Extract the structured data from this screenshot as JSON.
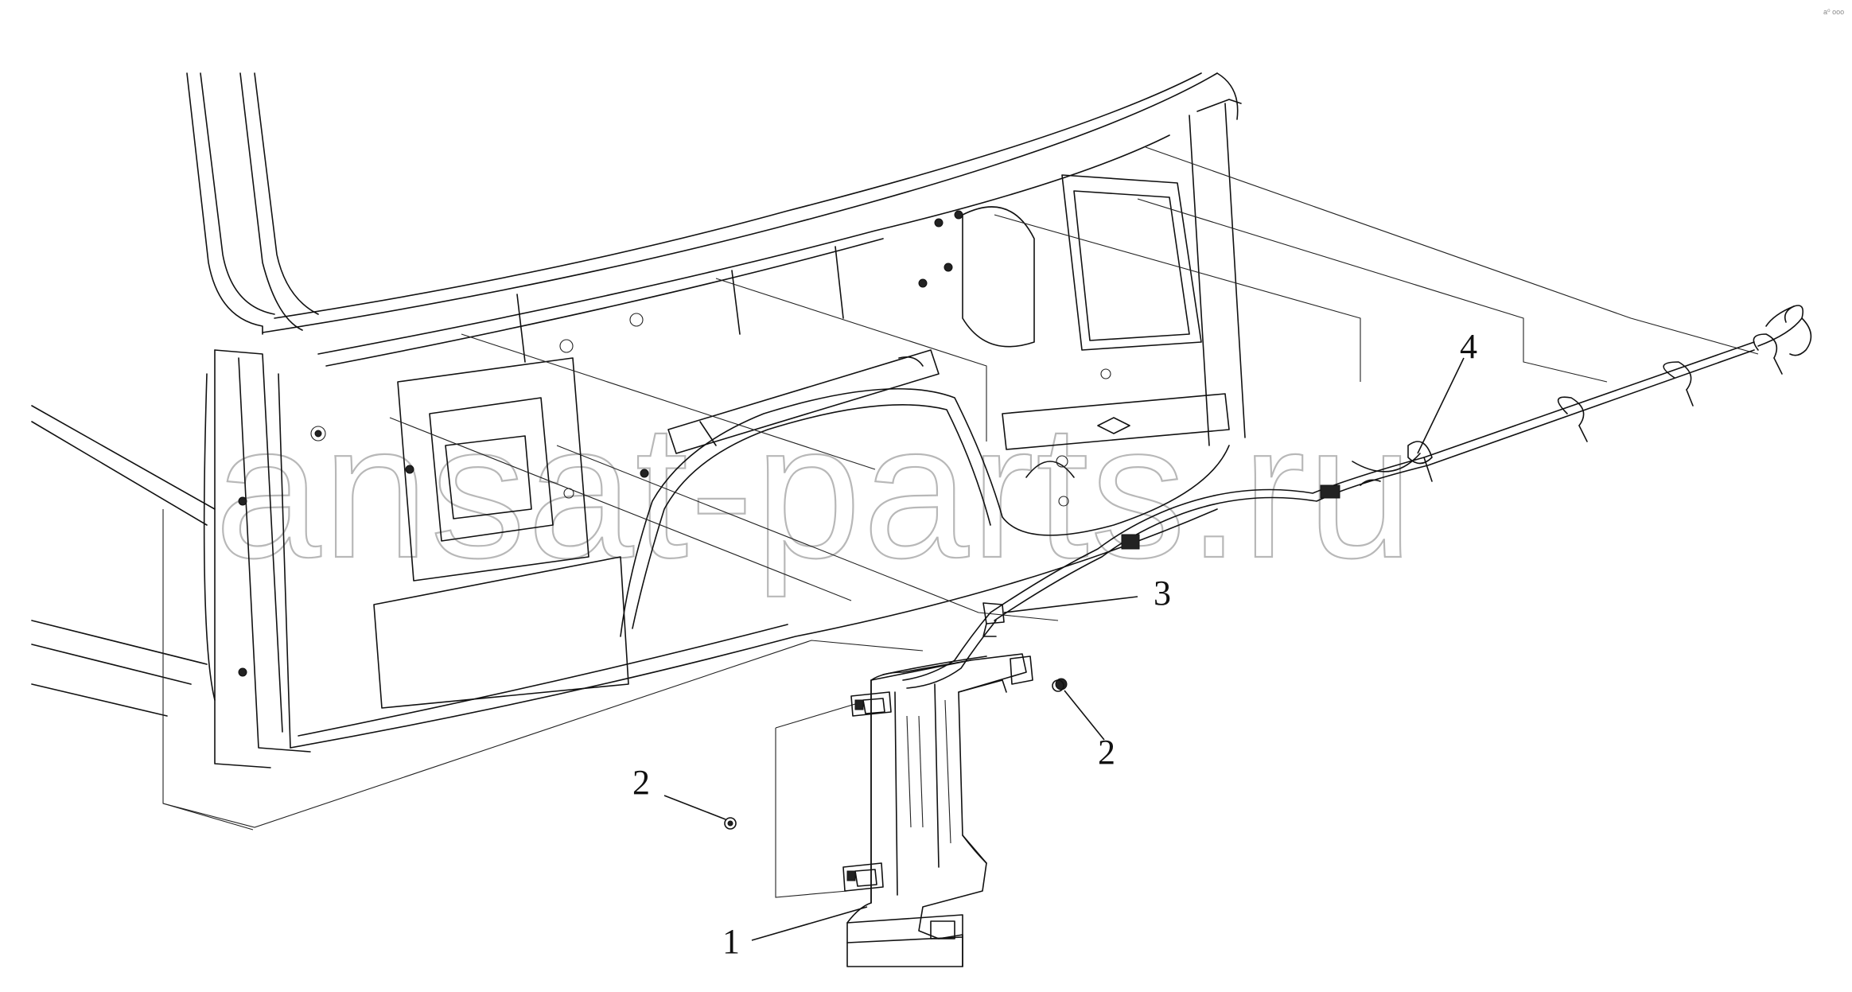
{
  "diagram": {
    "callouts": [
      {
        "id": "1",
        "text": "1"
      },
      {
        "id": "2a",
        "text": "2"
      },
      {
        "id": "2b",
        "text": "2"
      },
      {
        "id": "3",
        "text": "3"
      },
      {
        "id": "4",
        "text": "4"
      }
    ],
    "watermark": "ansat-parts.ru",
    "corner_mark": "a⁰ ooo"
  }
}
